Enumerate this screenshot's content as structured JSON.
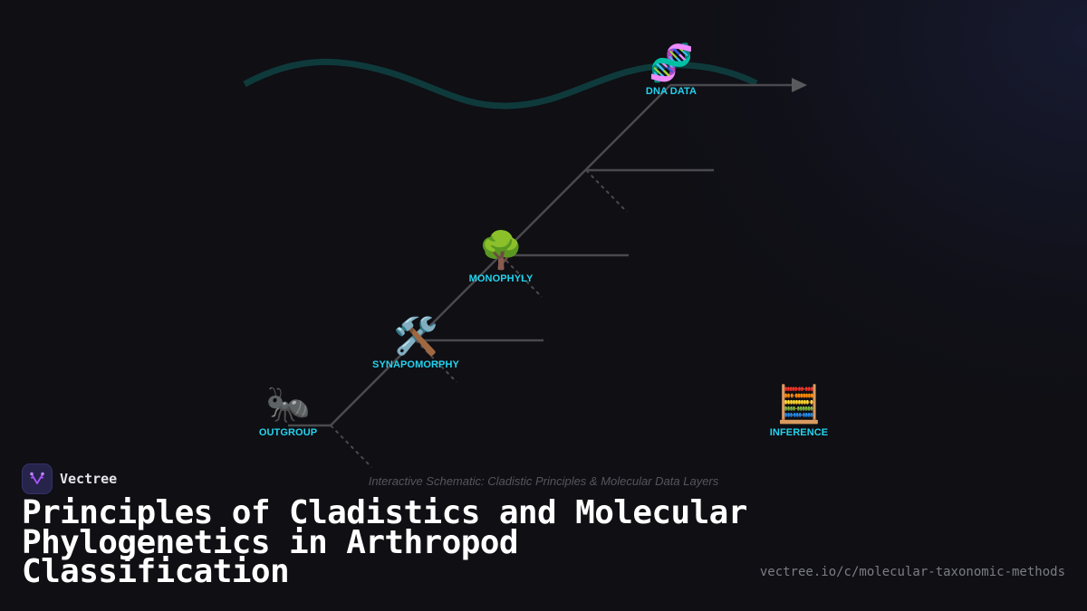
{
  "diagram": {
    "caption": "Interactive Schematic: Cladistic Principles & Molecular Data Layers",
    "colors": {
      "background": "#0f0f14",
      "branch_line": "#4a4a4e",
      "dna_wave": "#0f3a3c",
      "label": "#22d3ee",
      "arrowhead": "#5a5a5e"
    },
    "nodes": [
      {
        "id": "outgroup",
        "label": "OUTGROUP",
        "icon": "ant-icon",
        "glyph": "🐜"
      },
      {
        "id": "synapomorphy",
        "label": "SYNAPOMORPHY",
        "icon": "hammer-and-wrench-icon",
        "glyph": "🛠️"
      },
      {
        "id": "monophyly",
        "label": "MONOPHYLY",
        "icon": "deciduous-tree-icon",
        "glyph": "🌳"
      },
      {
        "id": "dna-data",
        "label": "DNA DATA",
        "icon": "dna-icon",
        "glyph": "🧬"
      },
      {
        "id": "inference",
        "label": "INFERENCE",
        "icon": "abacus-icon",
        "glyph": "🧮"
      }
    ]
  },
  "brand": {
    "name": "Vectree",
    "logo_icon": "branching-v-icon"
  },
  "title": "Principles of Cladistics and Molecular Phylogenetics in Arthropod Classification",
  "url": "vectree.io/c/molecular-taxonomic-methods"
}
